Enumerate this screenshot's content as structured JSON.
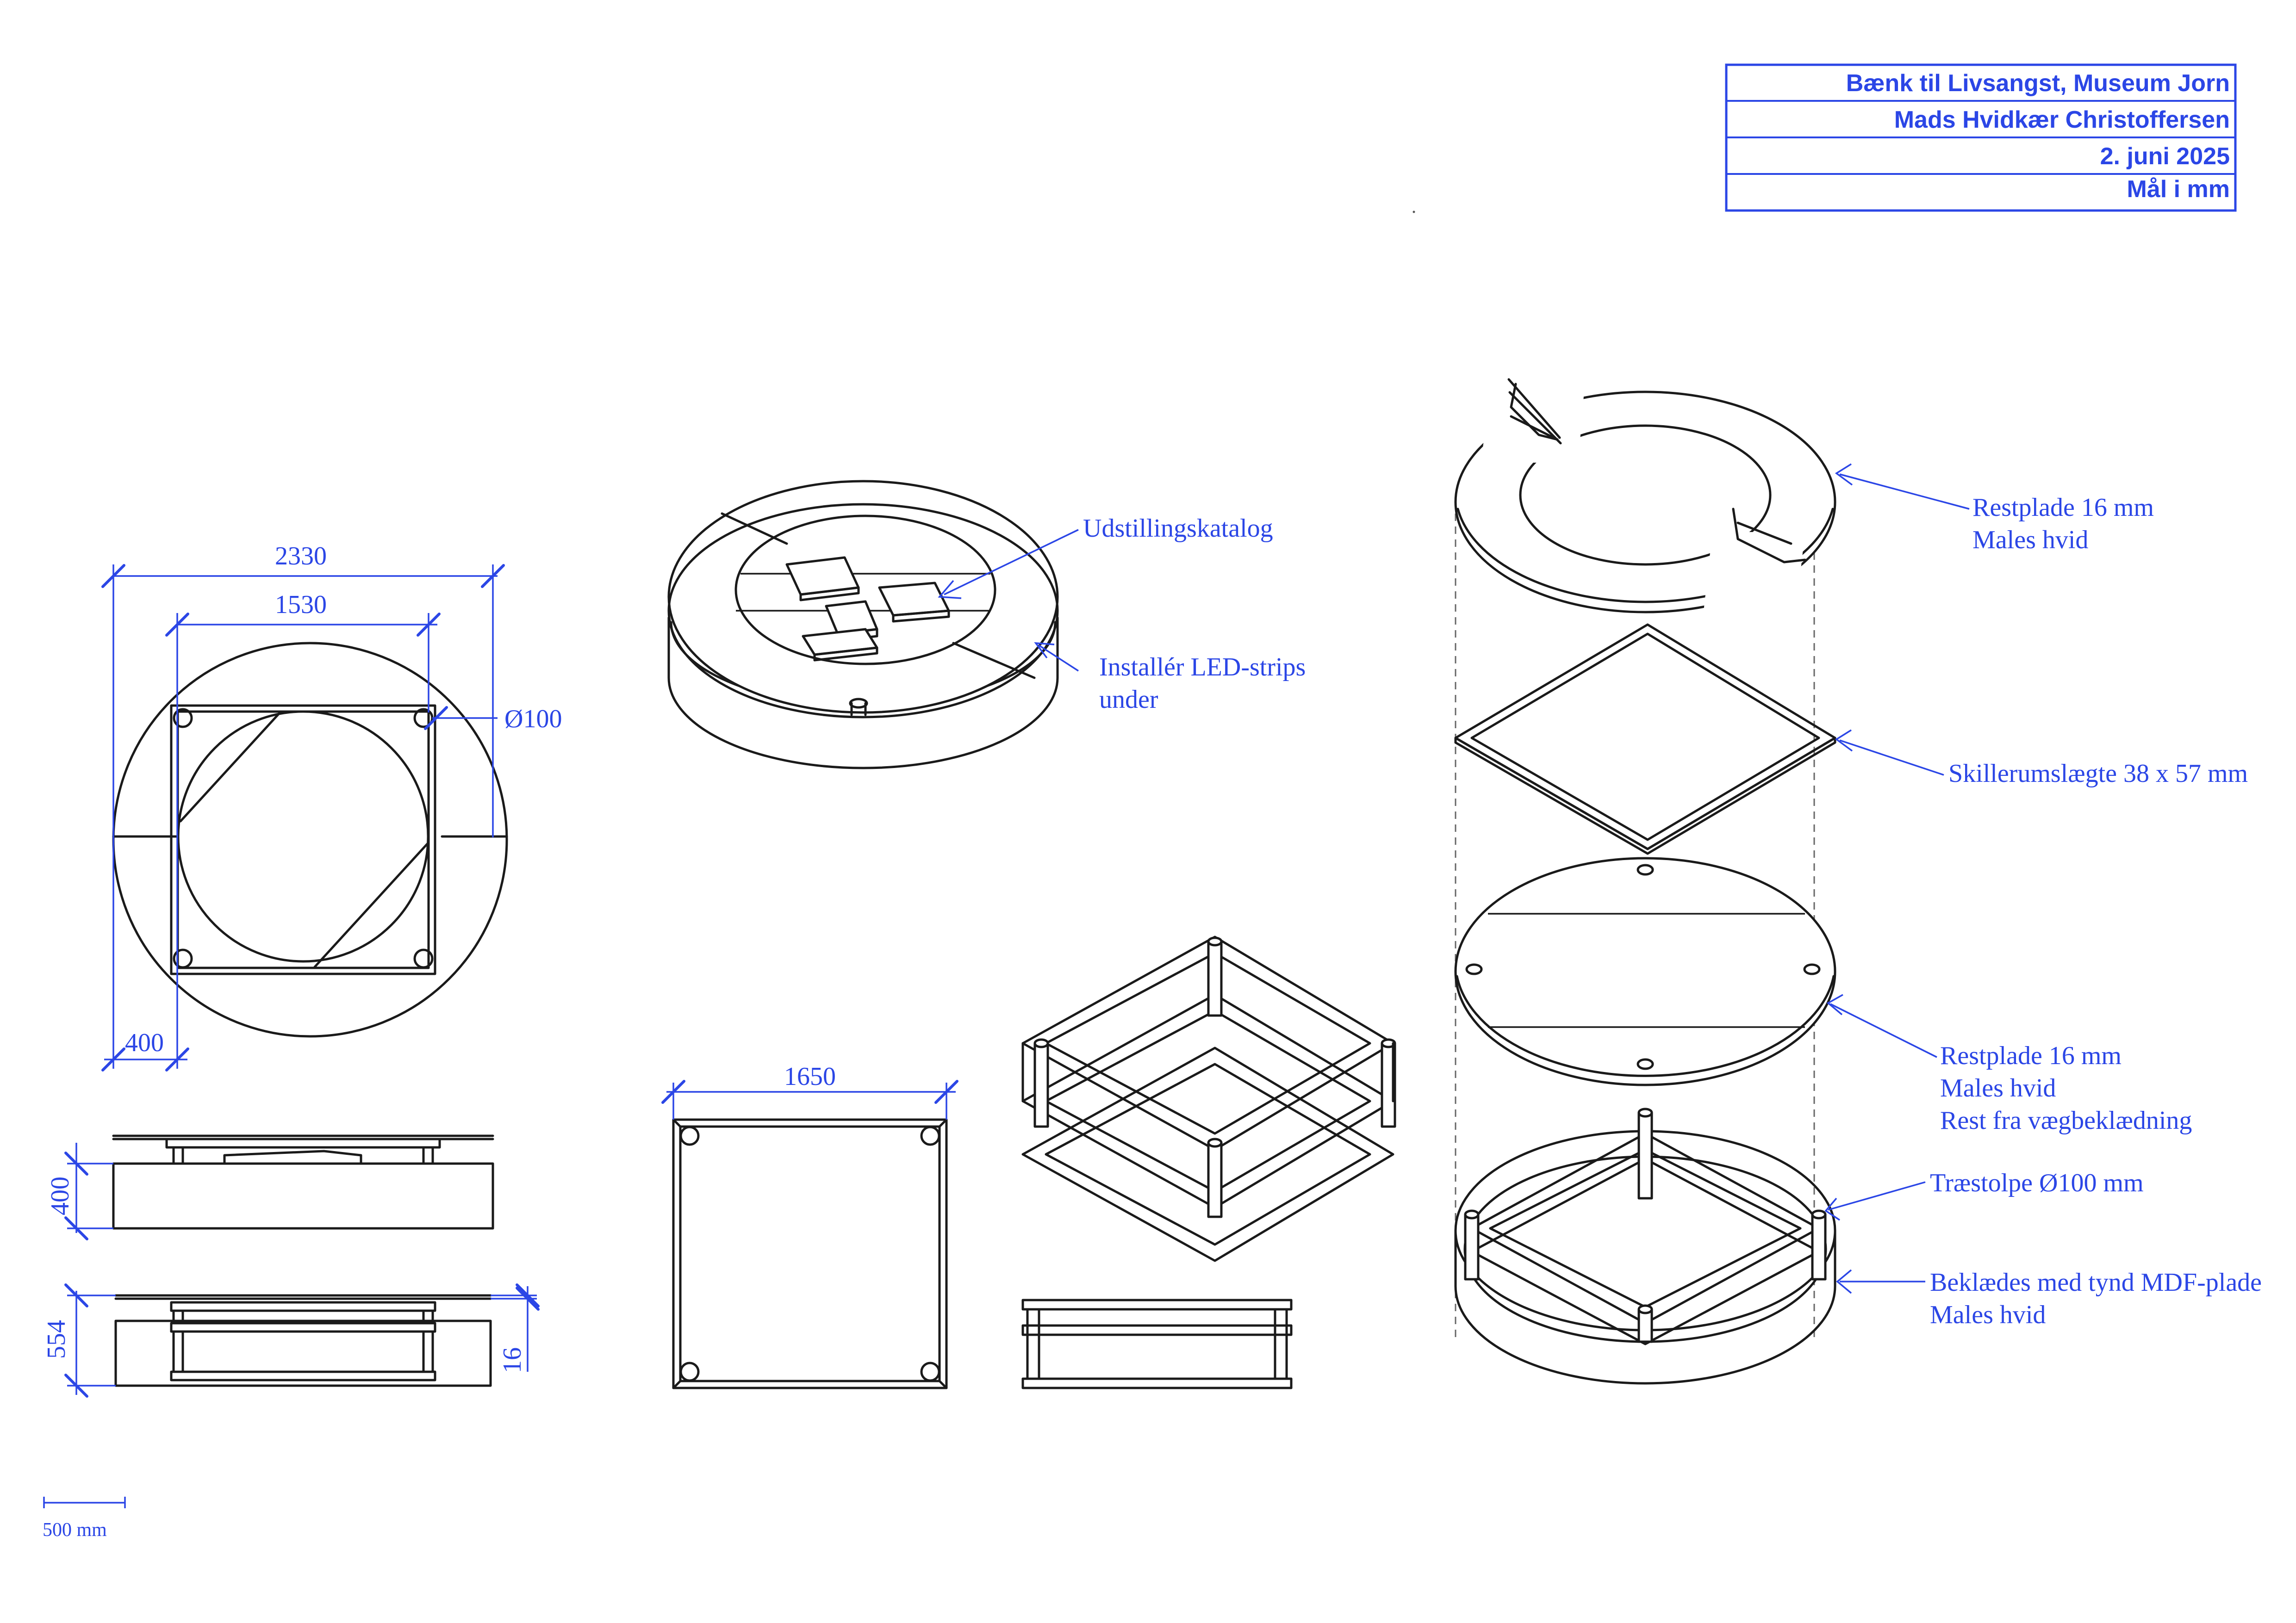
{
  "title_block": {
    "rows": [
      "Bænk til Livsangst, Museum Jorn",
      "Mads Hvidkær Christoffersen",
      "2. juni 2025",
      "Mål i mm"
    ]
  },
  "dimensions": {
    "outer_diameter": "2330",
    "inner_width": "1530",
    "post_diameter": "Ø100",
    "ring_offset": "400",
    "height_base": "400",
    "height_total": "554",
    "plate_thickness": "16",
    "frame_width": "1650"
  },
  "annotations": {
    "catalog": "Udstillingskatalog",
    "led_line1": "Installér LED-strips",
    "led_line2": "under",
    "top_plate_line1": "Restplade 16 mm",
    "top_plate_line2": "Males hvid",
    "batten": "Skillerumslægte 38 x 57 mm",
    "mid_plate_line1": "Restplade 16 mm",
    "mid_plate_line2": "Males hvid",
    "mid_plate_line3": "Rest fra vægbeklædning",
    "post": "Træstolpe Ø100 mm",
    "cladding_line1": "Beklædes med tynd MDF-plade",
    "cladding_line2": "Males hvid"
  },
  "scale_bar": {
    "label": "500 mm"
  },
  "colors": {
    "annotation": "#2b46e6",
    "line": "#1a1a1a"
  }
}
